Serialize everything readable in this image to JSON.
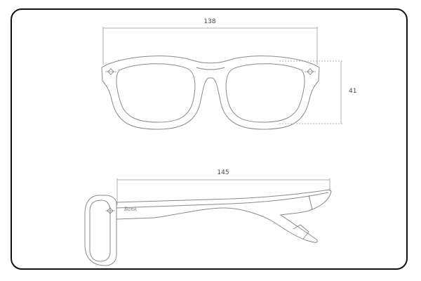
{
  "front_view": {
    "frame_width": "138",
    "lens_height": "41"
  },
  "side_view": {
    "temple_length": "145",
    "temple_logo": "Bank"
  },
  "colors": {
    "border": "#111111",
    "line": "#8a8a8a",
    "dimension": "#9a9a9a",
    "text": "#444444"
  }
}
